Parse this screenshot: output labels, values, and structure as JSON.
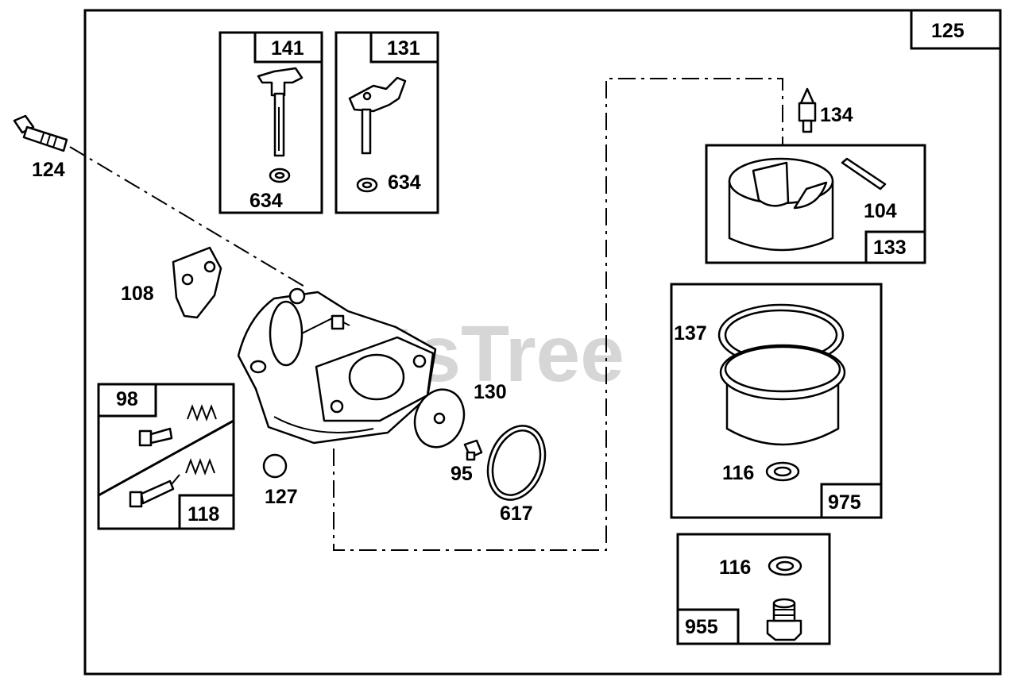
{
  "watermark": "PartsTree",
  "kit_label": "125",
  "labels": {
    "p141": "141",
    "p131": "131",
    "p634a": "634",
    "p634b": "634",
    "p124": "124",
    "p134": "134",
    "p104": "104",
    "p133": "133",
    "p108": "108",
    "p137": "137",
    "p130": "130",
    "p98": "98",
    "p95": "95",
    "p127": "127",
    "p617": "617",
    "p118": "118",
    "p116a": "116",
    "p975": "975",
    "p116b": "116",
    "p955": "955"
  }
}
